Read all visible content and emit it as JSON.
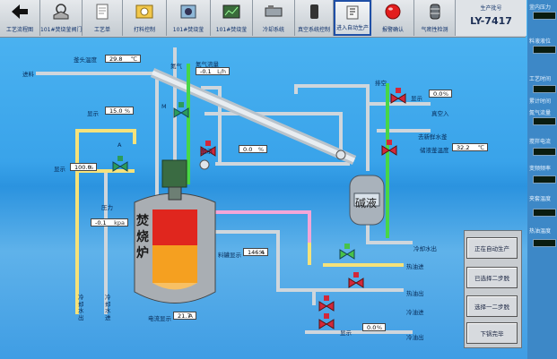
{
  "toolbar": {
    "buttons": [
      {
        "label": "工艺流程图",
        "icon": "back-arrow-icon"
      },
      {
        "label": "101#焚烧釜阀门控制",
        "icon": "valve-icon"
      },
      {
        "label": "工艺单",
        "icon": "document-icon"
      },
      {
        "label": "打料控制",
        "icon": "pump-icon"
      },
      {
        "label": "101#焚烧釜",
        "icon": "reactor-icon"
      },
      {
        "label": "101#焚烧釜",
        "icon": "chart-icon"
      },
      {
        "label": "冷却系统",
        "icon": "cooling-icon"
      },
      {
        "label": "真空系统控制",
        "icon": "vacuum-icon"
      },
      {
        "label": "进入自动生产",
        "icon": "start-icon"
      },
      {
        "label": "报警确认",
        "icon": "alarm-icon"
      },
      {
        "label": "气密性检测",
        "icon": "tank-icon"
      }
    ],
    "batch_label": "生产批号",
    "batch_value": "LY-7417"
  },
  "colors": {
    "accent": "#1f4fa6",
    "alarm": "#e21d1d",
    "pipe_grey": "#cfd6dc",
    "pipe_yellow": "#f5e27a",
    "pipe_pink": "#f3a6d8",
    "pipe_green": "#48d648",
    "flame_top": "#e0261e",
    "flame_bottom": "#f5a020"
  },
  "process": {
    "feed_label": "进料",
    "nitrogen_label": "氮气",
    "nitrogen_flow_label": "氮气流量",
    "nitrogen_flow_value": "-0.1",
    "nitrogen_flow_unit": "L/h",
    "kettle_top_temp_label": "釜头温度",
    "kettle_top_temp_value": "29.8",
    "kettle_top_temp_unit": "℃",
    "display1_label": "显示",
    "display1_value": "15.0",
    "display1_unit": "%",
    "display2_label": "显示",
    "display2_value": "0.0",
    "display2_unit": "%",
    "display3_label": "显示",
    "display3_value": "100.0",
    "display3_unit": "%",
    "display4_label": "显示",
    "display4_value": "0.0",
    "display4_unit": "%",
    "display5_label": "显示",
    "display5_value": "0.0",
    "display5_unit": "%",
    "pressure_label": "压力",
    "pressure_value": "-0.1",
    "pressure_unit": "kpa",
    "condensate_temp_label": "储液釜温度",
    "condensate_temp_value": "32.2",
    "condensate_temp_unit": "℃",
    "feed_level_label": "料罐显示",
    "feed_level_value": "146.4",
    "feed_level_unit": "%",
    "current_label": "电流显示",
    "current_value": "21.7",
    "current_unit": "A",
    "vent_label": "排空",
    "vacuum_in_label": "真空入",
    "cold_water_in_label": "去新鲜水釜",
    "cold_water_out_label": "冷却水出",
    "hot_water_in_label": "热油进",
    "hot_water_out_label": "热油出",
    "cold_in_label": "冷油进",
    "cold_out_label": "冷油出",
    "left_pipe1_label": "冷却水出",
    "left_pipe2_label": "冷却水进",
    "reactor_text": "焚烧炉",
    "condenser_text": "碱液",
    "motor_label": "M",
    "valve_a_label": "A"
  },
  "commands": [
    {
      "label": "正在自动生产"
    },
    {
      "label": "已选择二步脱"
    },
    {
      "label": "选择一二步脱"
    },
    {
      "label": "下锅完毕"
    }
  ],
  "right_panel": {
    "items": [
      {
        "label": "釜内压力",
        "value": ""
      },
      {
        "label": "料液液位",
        "value": ""
      },
      {
        "label": "工艺时间",
        "value": ""
      },
      {
        "label": "累计时间",
        "value": ""
      },
      {
        "label": "氮气流量",
        "value": ""
      },
      {
        "label": "搅拌电流",
        "value": ""
      },
      {
        "label": "变频频率",
        "value": ""
      },
      {
        "label": "夹套温度",
        "value": ""
      },
      {
        "label": "热油温度",
        "value": ""
      }
    ]
  }
}
